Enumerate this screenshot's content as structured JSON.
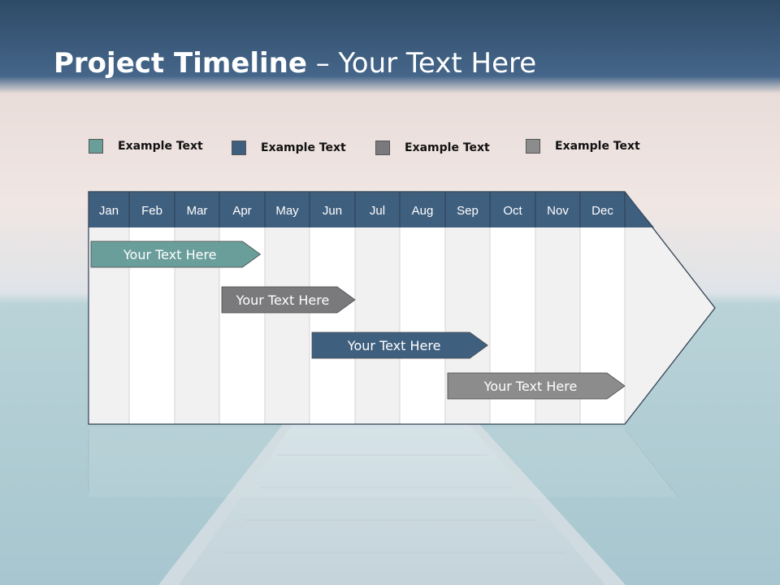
{
  "title": {
    "bold": "Project Timeline",
    "rest": " – Your Text Here"
  },
  "legend": [
    {
      "label": "Example Text",
      "color": "#6a9e9b"
    },
    {
      "label": "Example Text",
      "color": "#3f5f7f"
    },
    {
      "label": "Example Text",
      "color": "#7a7a7d"
    },
    {
      "label": "Example Text",
      "color": "#8c8c8c"
    }
  ],
  "months": [
    "Jan",
    "Feb",
    "Mar",
    "Apr",
    "May",
    "Jun",
    "Jul",
    "Aug",
    "Sep",
    "Oct",
    "Nov",
    "Dec"
  ],
  "tasks": [
    {
      "label": "Your  Text Here",
      "start_month": 0,
      "end_month": 3.9,
      "color": "#6a9e9b"
    },
    {
      "label": "Your  Text Here",
      "start_month": 3.0,
      "end_month": 6.0,
      "color": "#7a7a7d"
    },
    {
      "label": "Your  Text Here",
      "start_month": 5.0,
      "end_month": 8.95,
      "color": "#3f5f7f"
    },
    {
      "label": "Your  Text Here",
      "start_month": 8.0,
      "end_month": 12.0,
      "color": "#8c8c8c"
    }
  ],
  "colors": {
    "header": "#3f5f7f",
    "title_band": "#3e5e7e"
  }
}
